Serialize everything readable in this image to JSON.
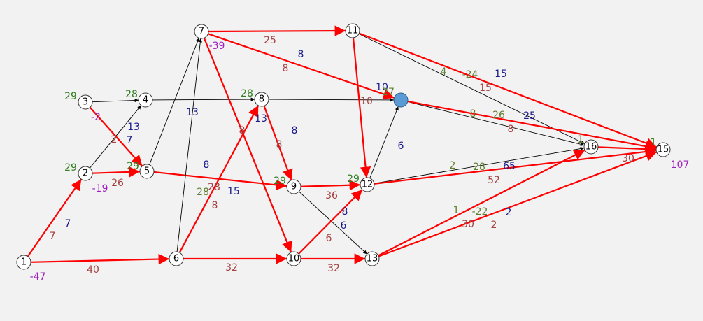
{
  "colors": {
    "background": "#f2f2f2",
    "critical": "#ff0000",
    "normal": "#000000",
    "node_fill": "#ffffff",
    "special_node_fill": "#5b9bd5",
    "green": "#2e7d1e",
    "blue": "#1a1a8c",
    "brown": "#a64040",
    "purple": "#a020c0",
    "olive": "#5f7f2f"
  },
  "nodes": [
    {
      "id": "1",
      "label": "1"
    },
    {
      "id": "2",
      "label": "2"
    },
    {
      "id": "3",
      "label": "3"
    },
    {
      "id": "4",
      "label": "4"
    },
    {
      "id": "5",
      "label": "5"
    },
    {
      "id": "6",
      "label": "6"
    },
    {
      "id": "7",
      "label": "7"
    },
    {
      "id": "8",
      "label": "8"
    },
    {
      "id": "9",
      "label": "9"
    },
    {
      "id": "10",
      "label": "10"
    },
    {
      "id": "11",
      "label": "11"
    },
    {
      "id": "12",
      "label": "12"
    },
    {
      "id": "13",
      "label": "13"
    },
    {
      "id": "16",
      "label": "16"
    },
    {
      "id": "15",
      "label": "15"
    },
    {
      "id": "x",
      "label": "",
      "special": true
    }
  ],
  "edges": [
    {
      "from": "1",
      "to": "2",
      "critical": true
    },
    {
      "from": "1",
      "to": "6",
      "critical": true
    },
    {
      "from": "2",
      "to": "5",
      "critical": true
    },
    {
      "from": "2",
      "to": "4",
      "critical": false
    },
    {
      "from": "3",
      "to": "4",
      "critical": false
    },
    {
      "from": "3",
      "to": "5",
      "critical": true
    },
    {
      "from": "5",
      "to": "7",
      "critical": false
    },
    {
      "from": "5",
      "to": "9",
      "critical": true
    },
    {
      "from": "4",
      "to": "8",
      "critical": false
    },
    {
      "from": "6",
      "to": "7",
      "critical": false
    },
    {
      "from": "6",
      "to": "8",
      "critical": true
    },
    {
      "from": "6",
      "to": "10",
      "critical": true
    },
    {
      "from": "7",
      "to": "11",
      "critical": true
    },
    {
      "from": "7",
      "to": "x",
      "critical": true
    },
    {
      "from": "7",
      "to": "10",
      "critical": true
    },
    {
      "from": "8",
      "to": "x",
      "critical": false
    },
    {
      "from": "8",
      "to": "9",
      "critical": true
    },
    {
      "from": "9",
      "to": "12",
      "critical": true
    },
    {
      "from": "9",
      "to": "13",
      "critical": false
    },
    {
      "from": "10",
      "to": "13",
      "critical": true
    },
    {
      "from": "10",
      "to": "12",
      "critical": true
    },
    {
      "from": "11",
      "to": "12",
      "critical": true
    },
    {
      "from": "11",
      "to": "16",
      "critical": false
    },
    {
      "from": "11",
      "to": "15",
      "critical": true
    },
    {
      "from": "12",
      "to": "x",
      "critical": false
    },
    {
      "from": "12",
      "to": "16",
      "critical": false
    },
    {
      "from": "12",
      "to": "15",
      "critical": true
    },
    {
      "from": "13",
      "to": "16",
      "critical": true
    },
    {
      "from": "13",
      "to": "15",
      "critical": true
    },
    {
      "from": "x",
      "to": "16",
      "critical": false
    },
    {
      "from": "x",
      "to": "15",
      "critical": true
    },
    {
      "from": "16",
      "to": "15",
      "critical": true
    }
  ],
  "labels": [
    {
      "text": "-47",
      "color": "purple"
    },
    {
      "text": "7",
      "color": "brown"
    },
    {
      "text": "7",
      "color": "blue"
    },
    {
      "text": "40",
      "color": "brown"
    },
    {
      "text": "29",
      "color": "green"
    },
    {
      "text": "-19",
      "color": "purple"
    },
    {
      "text": "26",
      "color": "brown"
    },
    {
      "text": "29",
      "color": "green"
    },
    {
      "text": "29",
      "color": "green"
    },
    {
      "text": "-2",
      "color": "purple"
    },
    {
      "text": "2",
      "color": "brown"
    },
    {
      "text": "7",
      "color": "blue"
    },
    {
      "text": "13",
      "color": "blue"
    },
    {
      "text": "28",
      "color": "green"
    },
    {
      "text": "28",
      "color": "green"
    },
    {
      "text": "-39",
      "color": "purple"
    },
    {
      "text": "25",
      "color": "brown"
    },
    {
      "text": "8",
      "color": "blue"
    },
    {
      "text": "8",
      "color": "brown"
    },
    {
      "text": "13",
      "color": "blue"
    },
    {
      "text": "13",
      "color": "blue"
    },
    {
      "text": "8",
      "color": "blue"
    },
    {
      "text": "8",
      "color": "brown"
    },
    {
      "text": "8",
      "color": "blue"
    },
    {
      "text": "15",
      "color": "blue"
    },
    {
      "text": "28",
      "color": "olive"
    },
    {
      "text": "28",
      "color": "brown"
    },
    {
      "text": "8",
      "color": "brown"
    },
    {
      "text": "8",
      "color": "brown"
    },
    {
      "text": "32",
      "color": "brown"
    },
    {
      "text": "29",
      "color": "green"
    },
    {
      "text": "36",
      "color": "brown"
    },
    {
      "text": "10",
      "color": "blue"
    },
    {
      "text": "27",
      "color": "olive"
    },
    {
      "text": "10",
      "color": "brown"
    },
    {
      "text": "6",
      "color": "blue"
    },
    {
      "text": "29",
      "color": "green"
    },
    {
      "text": "8",
      "color": "blue"
    },
    {
      "text": "6",
      "color": "blue"
    },
    {
      "text": "6",
      "color": "brown"
    },
    {
      "text": "32",
      "color": "brown"
    },
    {
      "text": "4",
      "color": "olive"
    },
    {
      "text": "-24",
      "color": "olive"
    },
    {
      "text": "15",
      "color": "blue"
    },
    {
      "text": "15",
      "color": "brown"
    },
    {
      "text": "8",
      "color": "olive"
    },
    {
      "text": "26",
      "color": "olive"
    },
    {
      "text": "25",
      "color": "blue"
    },
    {
      "text": "8",
      "color": "brown"
    },
    {
      "text": "2",
      "color": "olive"
    },
    {
      "text": "28",
      "color": "olive"
    },
    {
      "text": "65",
      "color": "blue"
    },
    {
      "text": "52",
      "color": "brown"
    },
    {
      "text": "1",
      "color": "olive"
    },
    {
      "text": "-22",
      "color": "olive"
    },
    {
      "text": "2",
      "color": "blue"
    },
    {
      "text": "30",
      "color": "brown"
    },
    {
      "text": "2",
      "color": "brown"
    },
    {
      "text": "1",
      "color": "olive"
    },
    {
      "text": "1",
      "color": "green"
    },
    {
      "text": "30",
      "color": "brown"
    },
    {
      "text": "107",
      "color": "purple"
    }
  ]
}
